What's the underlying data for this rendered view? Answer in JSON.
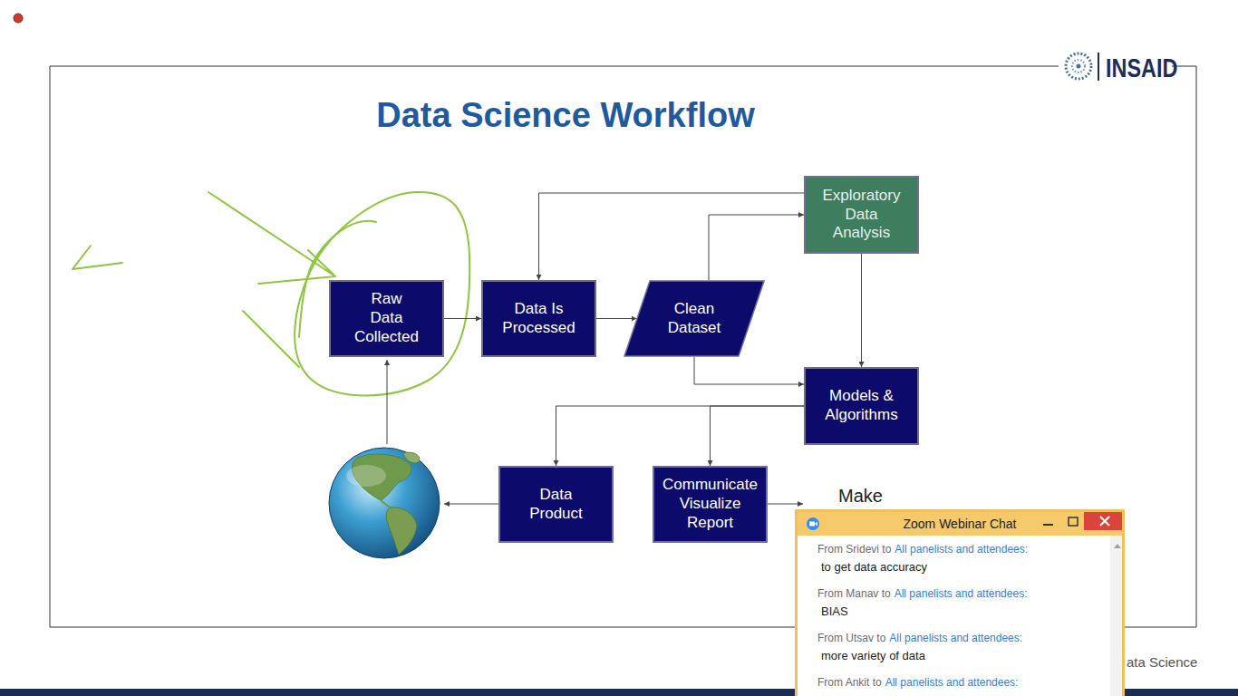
{
  "diagram": {
    "title": "Data Science Workflow",
    "nodes": [
      {
        "text": [
          "Raw Data Collected"
        ]
      },
      {
        "text": [
          "Data Is Processed"
        ]
      },
      {
        "text": [
          "Clean Dataset"
        ]
      },
      {
        "text": [
          "Exploratory Data Analysis"
        ]
      },
      {
        "text": [
          "Models & Algorithms"
        ]
      },
      {
        "text": [
          "Data Product"
        ]
      },
      {
        "text": [
          "Communicate Visualize Report"
        ]
      }
    ],
    "edges": [
      {
        "from": 0,
        "to": 1,
        "arrow": "to"
      },
      {
        "from": 1,
        "to": 2,
        "arrow": "to"
      },
      {
        "from": 2,
        "to": 3,
        "arrow": "to"
      },
      {
        "from": 3,
        "to": 1,
        "arrow": "to"
      },
      {
        "from": 2,
        "to": 4,
        "arrow": "to"
      },
      {
        "from": 3,
        "to": 4,
        "arrow": "to"
      },
      {
        "from": 4,
        "to": 5,
        "arrow": "to"
      },
      {
        "from": 4,
        "to": 6,
        "arrow": "to"
      }
    ],
    "labels": [
      "INSAID",
      "Make",
      "ata Science",
      "Zoom Webinar Chat",
      "From Sridevi to",
      "All panelists and attendees:",
      "to get data accuracy",
      "From Manav to",
      "All panelists and attendees:",
      "BIAS",
      "From Utsav to",
      "All panelists and attendees:",
      "more variety of data",
      "From Ankit to",
      "All panelists and attendees:"
    ]
  }
}
